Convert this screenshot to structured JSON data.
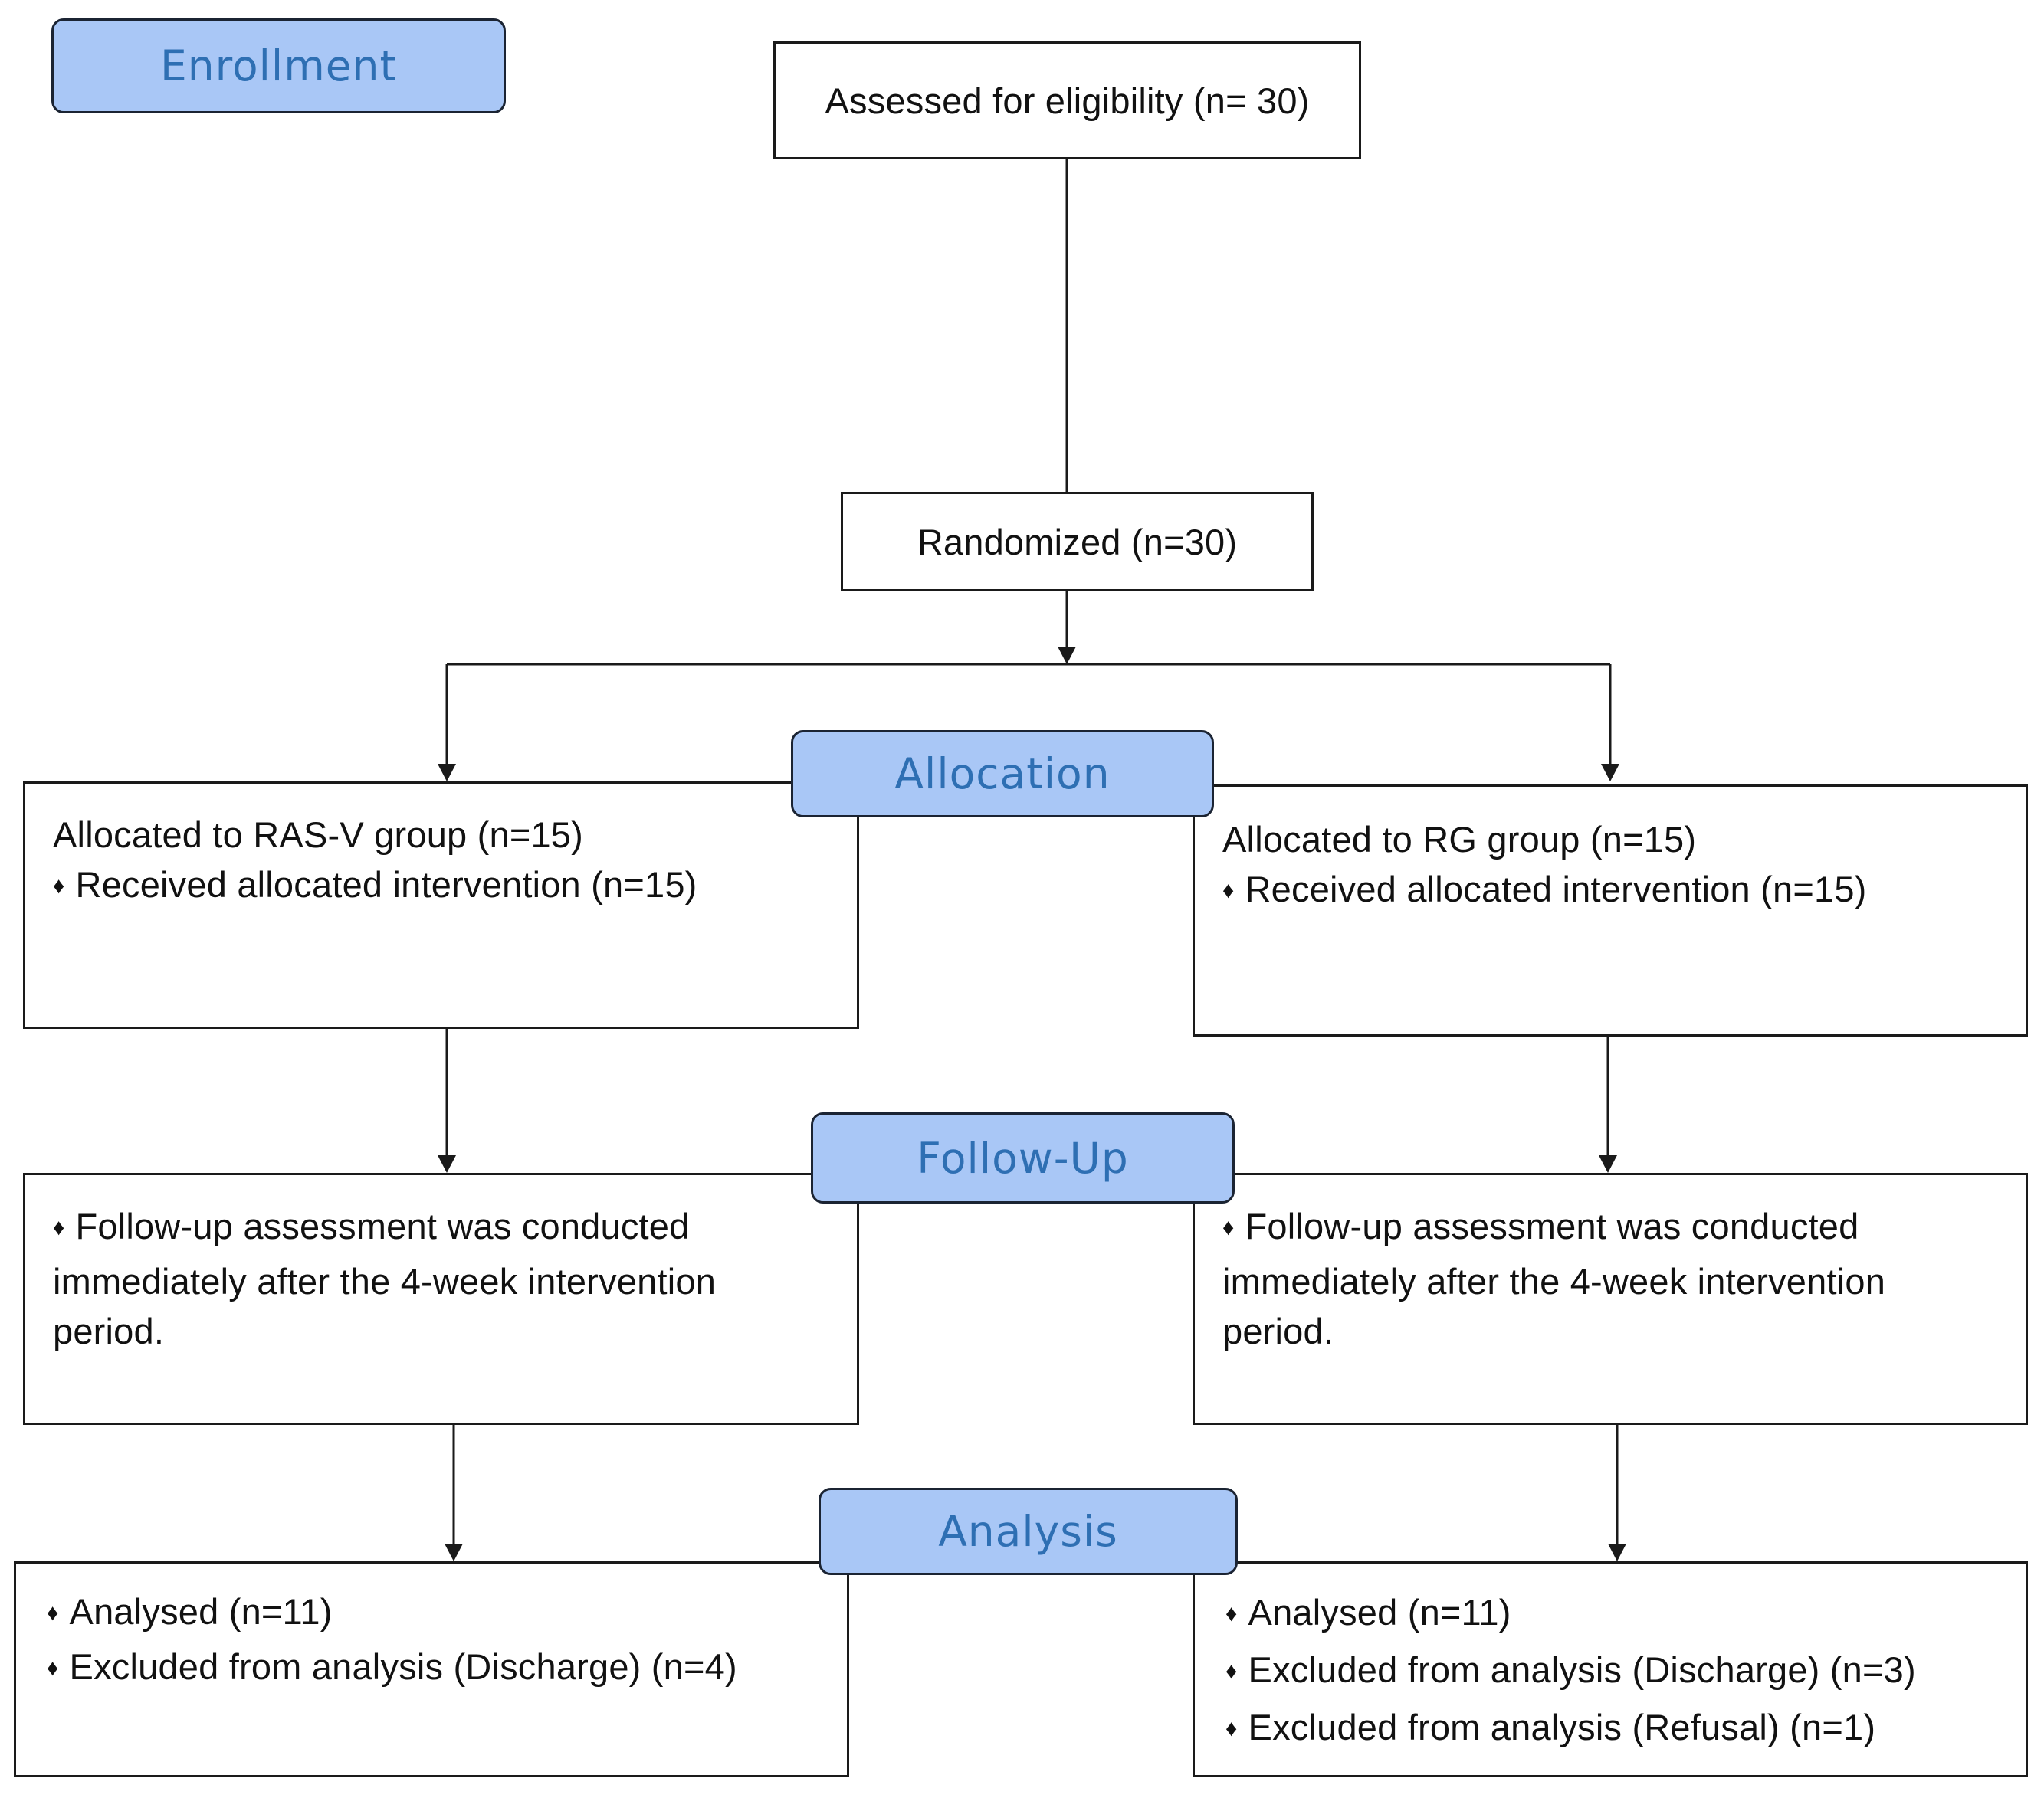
{
  "stages": {
    "enrollment": "Enrollment",
    "allocation": "Allocation",
    "followup": "Follow-Up",
    "analysis": "Analysis"
  },
  "assessed": "Assessed  for eligibility  (n= 30)",
  "randomized": "Randomized (n=30)",
  "allocation": {
    "left": {
      "title": "Allocated to RAS-V group (n=15)",
      "items": [
        "Received allocated intervention  (n=15)"
      ]
    },
    "right": {
      "title": "Allocated to RG group  (n=15)",
      "items": [
        "Received allocated intervention  (n=15)"
      ]
    }
  },
  "followup": {
    "left": {
      "item": "Follow-up  assessment  was conducted",
      "lines": [
        "immediately after the 4-week intervention",
        "period."
      ]
    },
    "right": {
      "item": "Follow-up  assessment  was conducted",
      "lines": [
        "immediately after the 4-week intervention",
        "period."
      ]
    }
  },
  "analysis": {
    "left": {
      "items": [
        "Analysed  (n=11)",
        "Excluded from analysis  (Discharge)  (n=4)"
      ]
    },
    "right": {
      "items": [
        "Analysed  (n=11)",
        "Excluded from analysis  (Discharge)  (n=3)",
        "Excluded from analysis  (Refusal)  (n=1)"
      ]
    }
  }
}
